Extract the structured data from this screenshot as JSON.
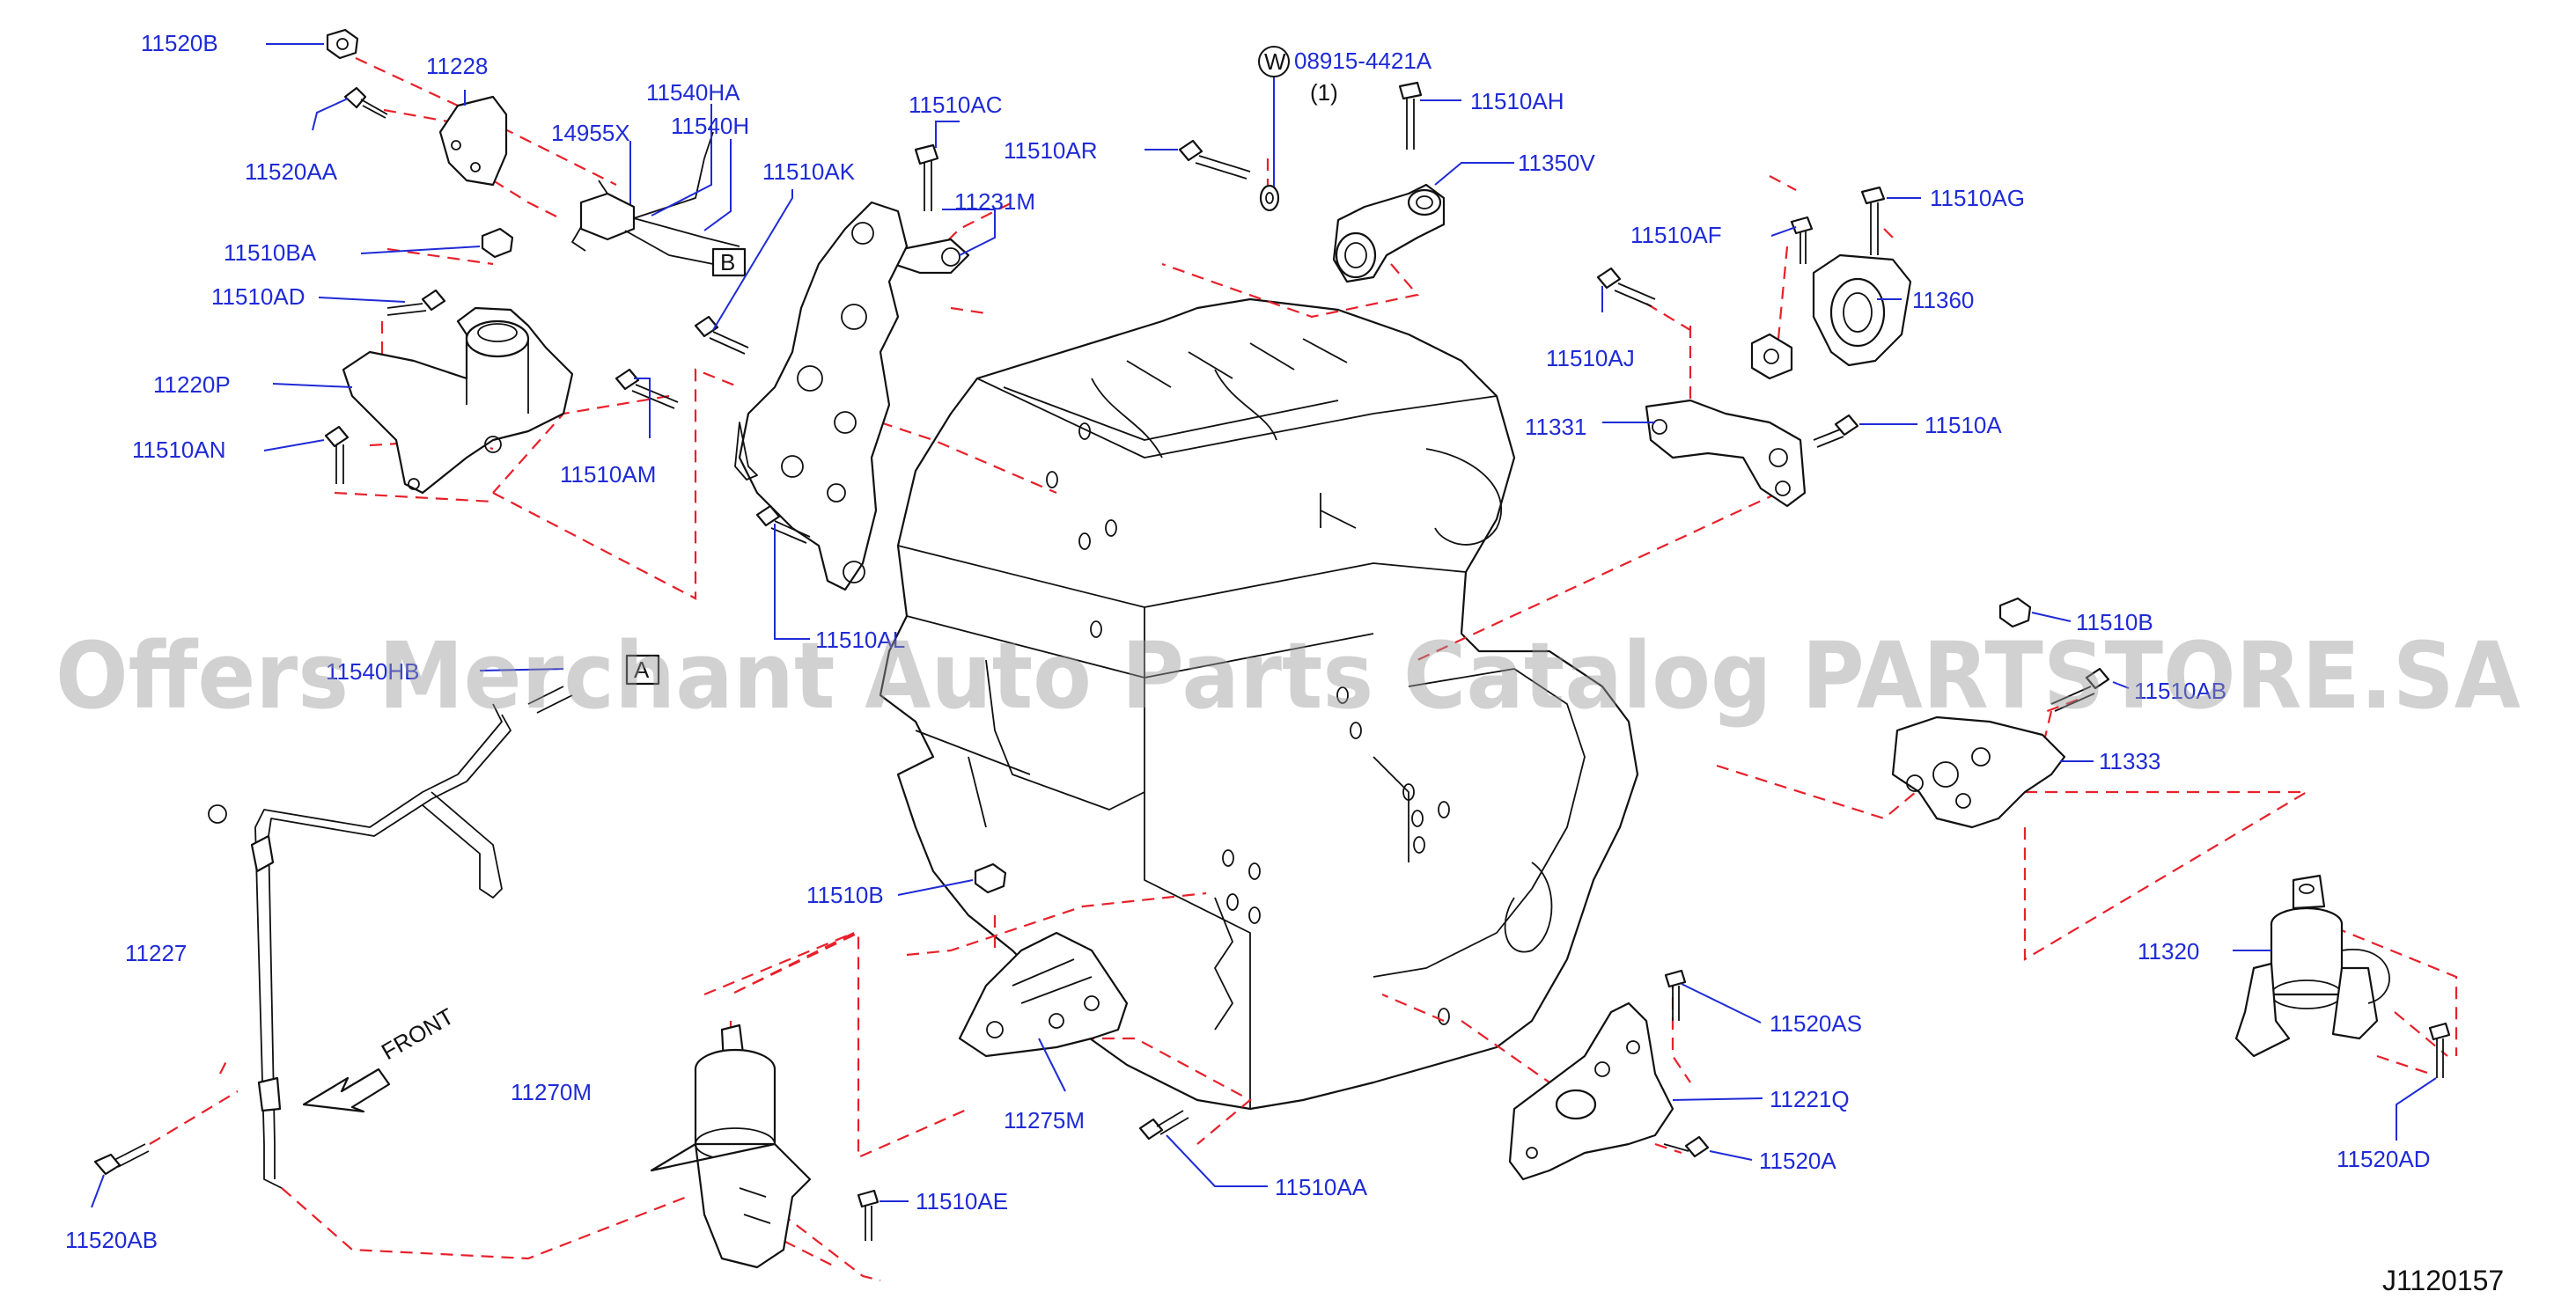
{
  "labels": {
    "l11520B": "11520B",
    "l11228": "11228",
    "l11520AA": "11520AA",
    "l14955X": "14955X",
    "l11540HA": "11540HA",
    "l11540H": "11540H",
    "l11510AC": "11510AC",
    "l11510AK": "11510AK",
    "l11231M": "11231M",
    "l11510AR": "11510AR",
    "l08915": "08915-4421A",
    "l08915q": "(1)",
    "l11510AH": "11510AH",
    "l11350V": "11350V",
    "l11510AG": "11510AG",
    "l11510AF": "11510AF",
    "l11360": "11360",
    "l11510AJ": "11510AJ",
    "l11331": "11331",
    "l11510A": "11510A",
    "l11510BA": "11510BA",
    "l11510AD": "11510AD",
    "l11220P": "11220P",
    "l11510AN": "11510AN",
    "l11510AM": "11510AM",
    "l11510AL": "11510AL",
    "l11540HB": "11540HB",
    "l11510B_r": "11510B",
    "l11510AB": "11510AB",
    "l11333": "11333",
    "l11227": "11227",
    "l11510B_c": "11510B",
    "l11320": "11320",
    "l11270M": "11270M",
    "l11275M": "11275M",
    "l11520AS": "11520AS",
    "l11221Q": "11221Q",
    "l11510AA": "11510AA",
    "l11520A": "11520A",
    "l11510AE": "11510AE",
    "l11520AD": "11520AD",
    "l11520AB": "11520AB"
  },
  "callouts": {
    "a": "A",
    "b": "B",
    "w": "W"
  },
  "front_label": "FRONT",
  "diagram_code": "J1120157",
  "watermark": "Offers Merchant Auto Parts Catalog PARTSTORE.SA"
}
